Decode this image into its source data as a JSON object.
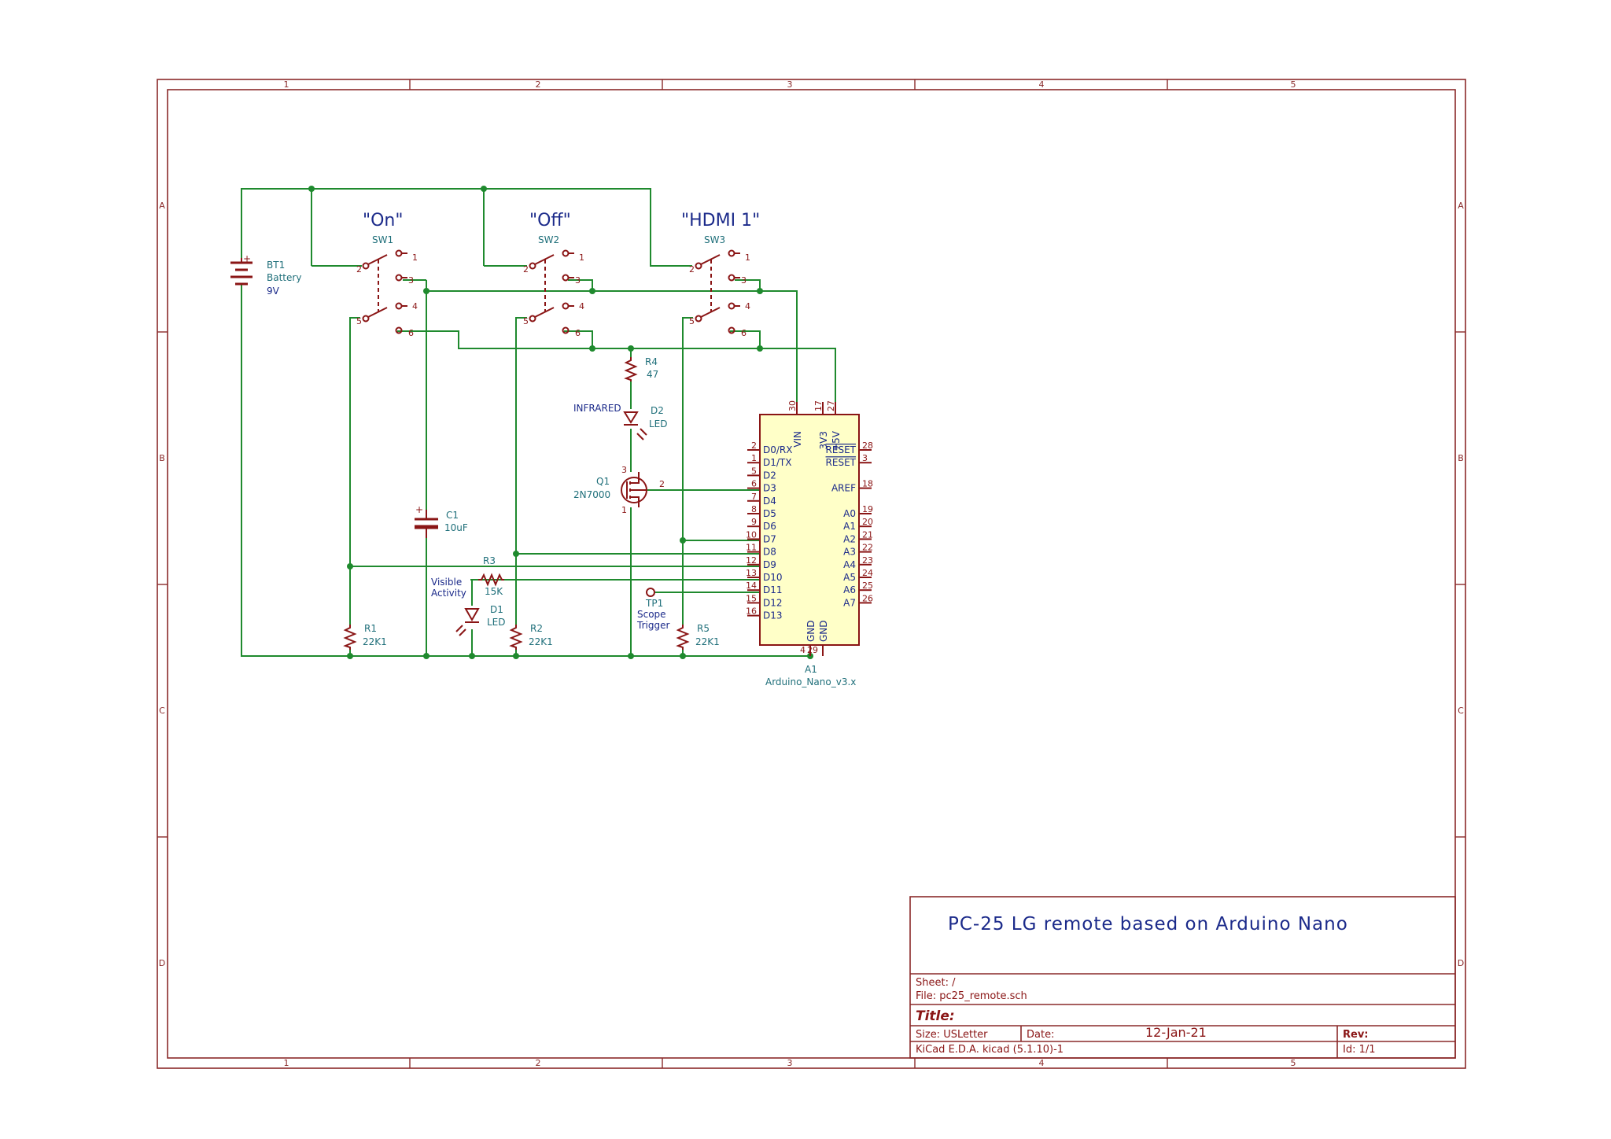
{
  "switches": [
    {
      "ref": "SW1",
      "label": "\"On\""
    },
    {
      "ref": "SW2",
      "label": "\"Off\""
    },
    {
      "ref": "SW3",
      "label": "\"HDMI 1\""
    }
  ],
  "switch_pins": [
    "1",
    "2",
    "3",
    "4",
    "5",
    "6"
  ],
  "battery": {
    "ref": "BT1",
    "name": "Battery",
    "value": "9V"
  },
  "capacitor": {
    "ref": "C1",
    "value": "10uF"
  },
  "resistors": {
    "r1": {
      "ref": "R1",
      "value": "22K1"
    },
    "r2": {
      "ref": "R2",
      "value": "22K1"
    },
    "r3": {
      "ref": "R3",
      "value": "15K"
    },
    "r4": {
      "ref": "R4",
      "value": "47"
    },
    "r5": {
      "ref": "R5",
      "value": "22K1"
    }
  },
  "leds": {
    "d1": {
      "ref": "D1",
      "value": "LED",
      "note_line1": "Visible",
      "note_line2": "Activity"
    },
    "d2": {
      "ref": "D2",
      "value": "LED",
      "note": "INFRARED"
    }
  },
  "mosfet": {
    "ref": "Q1",
    "value": "2N7000",
    "pins": [
      "3",
      "2",
      "1"
    ]
  },
  "testpoint": {
    "ref": "TP1",
    "line1": "Scope",
    "line2": "Trigger"
  },
  "arduino": {
    "ref": "A1",
    "value": "Arduino_Nano_v3.x",
    "top_pins": [
      {
        "num": "30",
        "name": "VIN"
      },
      {
        "num": "17",
        "name": "3V3"
      },
      {
        "num": "27",
        "name": "+5V"
      }
    ],
    "left_pins": [
      {
        "num": "2",
        "name": "D0/RX"
      },
      {
        "num": "1",
        "name": "D1/TX"
      },
      {
        "num": "5",
        "name": "D2"
      },
      {
        "num": "6",
        "name": "D3"
      },
      {
        "num": "7",
        "name": "D4"
      },
      {
        "num": "8",
        "name": "D5"
      },
      {
        "num": "9",
        "name": "D6"
      },
      {
        "num": "10",
        "name": "D7"
      },
      {
        "num": "11",
        "name": "D8"
      },
      {
        "num": "12",
        "name": "D9"
      },
      {
        "num": "13",
        "name": "D10"
      },
      {
        "num": "14",
        "name": "D11"
      },
      {
        "num": "15",
        "name": "D12"
      },
      {
        "num": "16",
        "name": "D13"
      }
    ],
    "right_pins": [
      {
        "num": "28",
        "name": "RESET"
      },
      {
        "num": "3",
        "name": "RESET"
      },
      {
        "num": "18",
        "name": "AREF"
      },
      {
        "num": "19",
        "name": "A0"
      },
      {
        "num": "20",
        "name": "A1"
      },
      {
        "num": "21",
        "name": "A2"
      },
      {
        "num": "22",
        "name": "A3"
      },
      {
        "num": "23",
        "name": "A4"
      },
      {
        "num": "24",
        "name": "A5"
      },
      {
        "num": "25",
        "name": "A6"
      },
      {
        "num": "26",
        "name": "A7"
      }
    ],
    "bottom_pins": [
      {
        "num": "4",
        "name": "GND"
      },
      {
        "num": "29",
        "name": "GND"
      }
    ]
  },
  "border": {
    "columns": [
      "1",
      "2",
      "3",
      "4",
      "5"
    ],
    "rows": [
      "A",
      "B",
      "C",
      "D"
    ]
  },
  "title_block": {
    "heading": "PC-25 LG remote based on Arduino Nano",
    "sheet": "Sheet: /",
    "file": "File: pc25_remote.sch",
    "title": "Title:",
    "size": "Size: USLetter",
    "date_label": "Date:",
    "date": "12-Jan-21",
    "rev": "Rev:",
    "tool": "KiCad E.D.A.  kicad (5.1.10)-1",
    "id": "Id: 1/1"
  }
}
